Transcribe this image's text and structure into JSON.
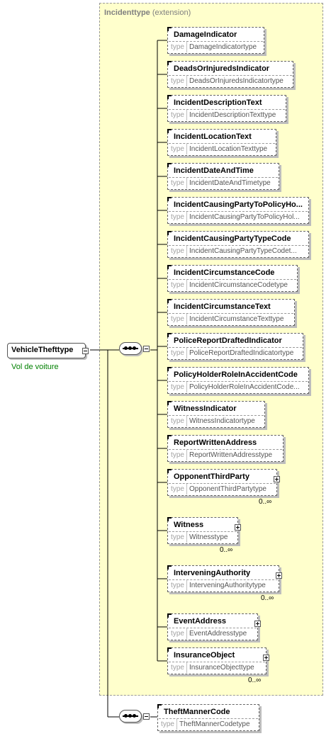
{
  "extension": {
    "type_name": "Incidenttype",
    "label": "(extension)"
  },
  "type_keyword": "type",
  "root": {
    "name": "VehicleThefttype",
    "annotation": "Vol de voiture"
  },
  "elements": [
    {
      "name": "DamageIndicator",
      "type": "DamageIndicatortype",
      "card": "",
      "complex": false
    },
    {
      "name": "DeadsOrInjuredsIndicator",
      "type": "DeadsOrInjuredsIndicatortype",
      "card": "",
      "complex": false
    },
    {
      "name": "IncidentDescriptionText",
      "type": "IncidentDescriptionTexttype",
      "card": "",
      "complex": false
    },
    {
      "name": "IncidentLocationText",
      "type": "IncidentLocationTexttype",
      "card": "",
      "complex": false
    },
    {
      "name": "IncidentDateAndTime",
      "type": "IncidentDateAndTimetype",
      "card": "",
      "complex": false
    },
    {
      "name": "IncidentCausingPartyToPolicyHo...",
      "type": "IncidentCausingPartyToPolicyHol...",
      "card": "",
      "complex": false
    },
    {
      "name": "IncidentCausingPartyTypeCode",
      "type": "IncidentCausingPartyTypeCodet...",
      "card": "",
      "complex": false
    },
    {
      "name": "IncidentCircumstanceCode",
      "type": "IncidentCircumstanceCodetype",
      "card": "",
      "complex": false
    },
    {
      "name": "IncidentCircumstanceText",
      "type": "IncidentCircumstanceTexttype",
      "card": "",
      "complex": false
    },
    {
      "name": "PoliceReportDraftedIndicator",
      "type": "PoliceReportDraftedIndicatortype",
      "card": "",
      "complex": false
    },
    {
      "name": "PolicyHolderRoleInAccidentCode",
      "type": "PolicyHolderRoleInAccidentCode...",
      "card": "",
      "complex": false
    },
    {
      "name": "WitnessIndicator",
      "type": "WitnessIndicatortype",
      "card": "",
      "complex": false
    },
    {
      "name": "ReportWrittenAddress",
      "type": "ReportWrittenAddresstype",
      "card": "",
      "complex": false
    },
    {
      "name": "OpponentThirdParty",
      "type": "OpponentThirdPartytype",
      "card": "0..∞",
      "complex": true
    },
    {
      "name": "Witness",
      "type": "Witnesstype",
      "card": "0..∞",
      "complex": true
    },
    {
      "name": "InterveningAuthority",
      "type": "InterveningAuthoritytype",
      "card": "0..∞",
      "complex": true
    },
    {
      "name": "EventAddress",
      "type": "EventAddresstype",
      "card": "",
      "complex": true
    },
    {
      "name": "InsuranceObject",
      "type": "InsuranceObjecttype",
      "card": "0..∞",
      "complex": true
    }
  ],
  "bottom_element": {
    "name": "TheftMannerCode",
    "type": "TheftMannerCodetype",
    "card": "",
    "complex": false
  },
  "colors": {
    "extension_bg": "#ffffcc",
    "annotation": "#008000"
  }
}
